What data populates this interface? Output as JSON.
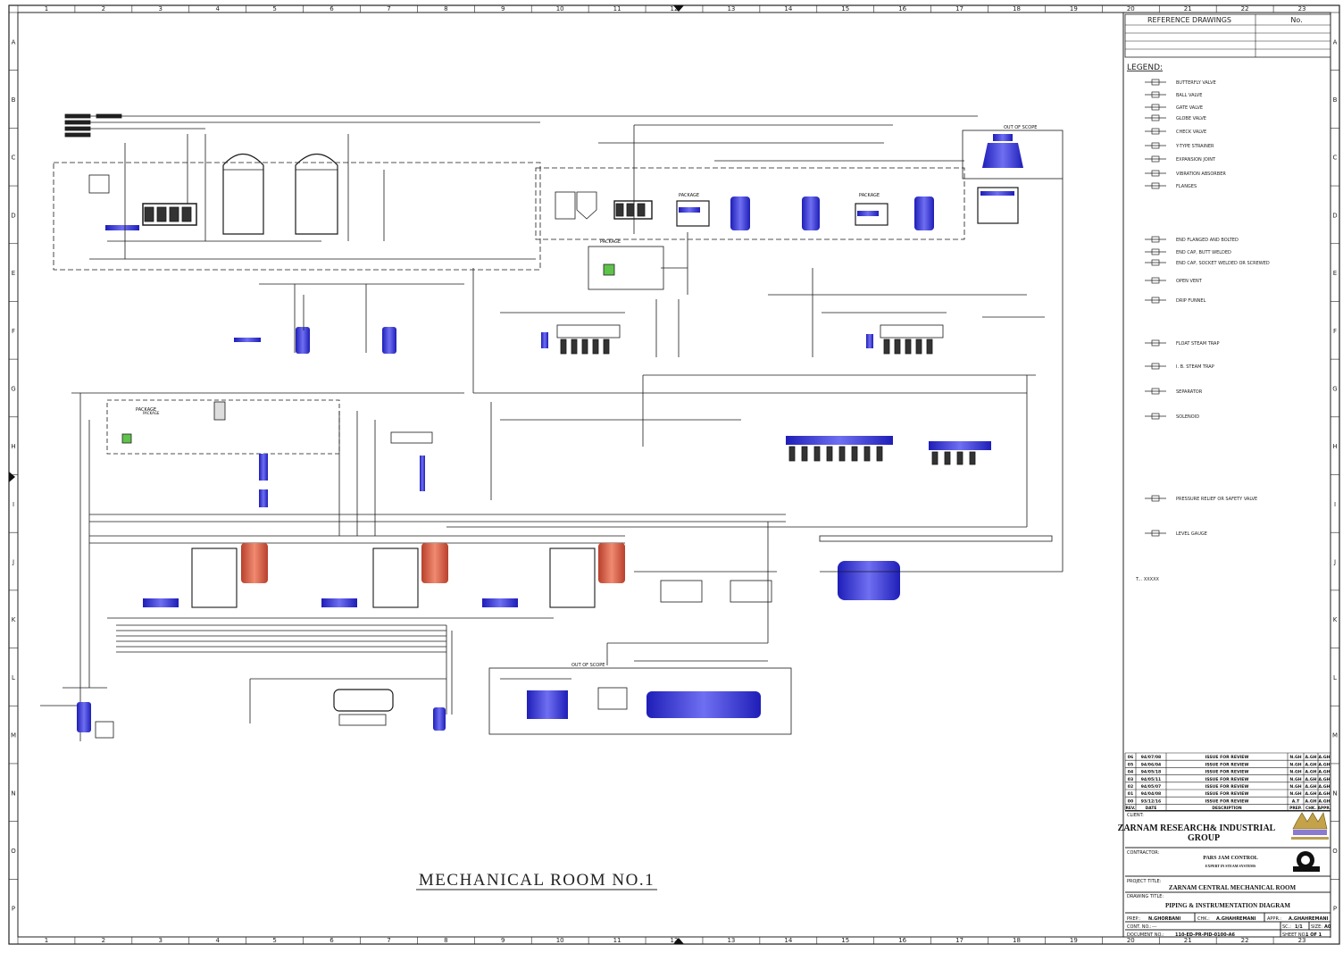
{
  "grid": {
    "columns": [
      "1",
      "2",
      "3",
      "4",
      "5",
      "6",
      "7",
      "8",
      "9",
      "10",
      "11",
      "12",
      "13",
      "14",
      "15",
      "16",
      "17",
      "18",
      "19",
      "20",
      "21",
      "22",
      "23"
    ],
    "rows": [
      "A",
      "B",
      "C",
      "D",
      "E",
      "F",
      "G",
      "H",
      "I",
      "J",
      "K",
      "L",
      "M",
      "N",
      "O",
      "P"
    ]
  },
  "drawing_title": "MECHANICAL ROOM NO.1",
  "reference": {
    "header": "REFERENCE DRAWINGS",
    "no_header": "No."
  },
  "legend": {
    "title": "LEGEND:",
    "items": [
      {
        "label": "BUTTERFLY VALVE",
        "icon": "butterfly-valve-icon"
      },
      {
        "label": "BALL VALVE",
        "icon": "ball-valve-icon"
      },
      {
        "label": "GATE VALVE",
        "icon": "gate-valve-icon"
      },
      {
        "label": "GLOBE VALVE",
        "icon": "globe-valve-icon"
      },
      {
        "label": "CHECK VALVE",
        "icon": "check-valve-icon"
      },
      {
        "label": "Y-TYPE STRAINER",
        "icon": "strainer-icon"
      },
      {
        "label": "EXPANSION JOINT",
        "icon": "expansion-joint-icon"
      },
      {
        "label": "VIBRATION ABSORBER",
        "icon": "vibration-absorber-icon"
      },
      {
        "label": "FLANGES",
        "icon": "flanges-icon"
      },
      {
        "label": "END FLANGED AND BOLTED",
        "icon": "end-flanged-icon"
      },
      {
        "label": "END CAP, BUTT WELDED",
        "icon": "end-cap-butt-icon"
      },
      {
        "label": "END CAP, SOCKET WELDED OR SCREWED",
        "icon": "end-cap-socket-icon"
      },
      {
        "label": "OPEN VENT",
        "icon": "open-vent-icon"
      },
      {
        "label": "DRIP FUNNEL",
        "icon": "drip-funnel-icon"
      },
      {
        "label": "FLOAT STEAM TRAP",
        "icon": "float-steam-trap-icon"
      },
      {
        "label": "I. B. STEAM TRAP",
        "icon": "ib-steam-trap-icon"
      },
      {
        "label": "SEPARATOR",
        "icon": "separator-icon"
      },
      {
        "label": "SOLENOID",
        "icon": "solenoid-icon"
      },
      {
        "label": "PRESSURE RELIEF OR SAFETY VALVE",
        "icon": "safety-valve-icon"
      },
      {
        "label": "LEVEL GAUGE",
        "icon": "level-gauge-icon"
      }
    ],
    "note": "T... XXXXX"
  },
  "revisions": {
    "rows": [
      {
        "rev": "06",
        "date": "94/07/08",
        "desc": "ISSUE FOR REVIEW",
        "prep": "N.GH",
        "chk": "A.GH",
        "appr": "A.GH"
      },
      {
        "rev": "05",
        "date": "94/06/04",
        "desc": "ISSUE FOR REVIEW",
        "prep": "N.GH",
        "chk": "A.GH",
        "appr": "A.GH"
      },
      {
        "rev": "04",
        "date": "94/05/18",
        "desc": "ISSUE FOR REVIEW",
        "prep": "N.GH",
        "chk": "A.GH",
        "appr": "A.GH"
      },
      {
        "rev": "03",
        "date": "94/05/11",
        "desc": "ISSUE FOR REVIEW",
        "prep": "N.GH",
        "chk": "A.GH",
        "appr": "A.GH"
      },
      {
        "rev": "02",
        "date": "94/05/07",
        "desc": "ISSUE FOR REVIEW",
        "prep": "N.GH",
        "chk": "A.GH",
        "appr": "A.GH"
      },
      {
        "rev": "01",
        "date": "94/04/08",
        "desc": "ISSUE FOR REVIEW",
        "prep": "N.GH",
        "chk": "A.GH",
        "appr": "A.GH"
      },
      {
        "rev": "00",
        "date": "93/12/16",
        "desc": "ISSUE FOR REVIEW",
        "prep": "A.T",
        "chk": "A.GH",
        "appr": "A.GH"
      }
    ],
    "headers": {
      "rev": "REV.",
      "date": "DATE",
      "desc": "DESCRIPTION",
      "prep": "PREP.",
      "chk": "CHK.",
      "appr": "APPR."
    }
  },
  "title_block": {
    "client_label": "CLIENT:",
    "client_name": "ZARNAM RESEARCH& INDUSTRIAL GROUP",
    "contractor_label": "CONTRACTOR:",
    "contractor_name": "PARS JAM CONTROL",
    "contractor_sub": "EXPERT IN STEAM SYSTEMS",
    "project_label": "PROJECT TITLE:",
    "project_title": "ZARNAM CENTRAL MECHANICAL ROOM",
    "drawing_label": "DRAWING TITLE:",
    "drawing_title": "PIPING & INSTRUMENTATION DIAGRAM",
    "prep_label": "PREP.:",
    "prep_value": "N.GHORBANI",
    "chk_label": "CHK.:",
    "chk_value": "A.GHAHREMANI",
    "appr_label": "APPR.:",
    "appr_value": "A.GHAHREMANI",
    "cont_label": "CONT. NO.:",
    "cont_value": "---",
    "sc_label": "SC.:",
    "sc_value": "1/1",
    "size_label": "SIZE:",
    "size_value": "A0",
    "doc_label": "DOCUMENT NO.:",
    "doc_value": "110-ED-PR-PID-0100-A6",
    "sheet_label": "SHEET NO.:",
    "sheet_value": "1 OF 1"
  },
  "diagram_labels": {
    "package_1": "PACKAGE",
    "package_2": "PACKAGE",
    "package_3": "PACKAGE",
    "package_4": "PACKAGE",
    "package_5": "PACKAGE",
    "out_of_scope_1": "OUT OF SCOPE",
    "out_of_scope_2": "OUT OF SCOPE"
  },
  "colors": {
    "line": "#1a1a1a",
    "vessel_blue": "#3535d8",
    "boiler_red": "#d8503a",
    "pump_green": "#5fc24a"
  }
}
